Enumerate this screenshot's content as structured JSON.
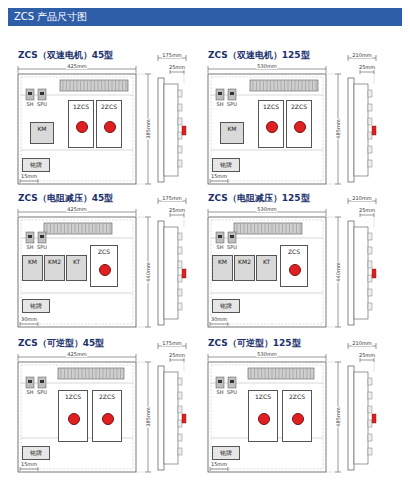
{
  "diagram": {
    "title": "ZCS 产品尺寸图",
    "nodes": [
      {
        "text": [
          "ZCS（双速电机）45型"
        ]
      },
      {
        "text": [
          "KM"
        ],
        "in": 0
      },
      {
        "text": [
          "1ZCS"
        ],
        "in": 0
      },
      {
        "text": [
          "2ZCS"
        ],
        "in": 0
      },
      {
        "text": [
          "铭牌"
        ],
        "in": 0
      },
      {
        "text": [
          "ZCS（双速电机）125型"
        ]
      },
      {
        "text": [
          "KM"
        ],
        "in": 5
      },
      {
        "text": [
          "1ZCS"
        ],
        "in": 5
      },
      {
        "text": [
          "2ZCS"
        ],
        "in": 5
      },
      {
        "text": [
          "铭牌"
        ],
        "in": 5
      },
      {
        "text": [
          "ZCS（电阻减压）45型"
        ]
      },
      {
        "text": [
          "KM"
        ],
        "in": 10
      },
      {
        "text": [
          "KM2"
        ],
        "in": 10
      },
      {
        "text": [
          "KT"
        ],
        "in": 10
      },
      {
        "text": [
          "ZCS"
        ],
        "in": 10
      },
      {
        "text": [
          "铭牌"
        ],
        "in": 10
      },
      {
        "text": [
          "ZCS（电阻减压）125型"
        ]
      },
      {
        "text": [
          "KM"
        ],
        "in": 16
      },
      {
        "text": [
          "KM2"
        ],
        "in": 16
      },
      {
        "text": [
          "KT"
        ],
        "in": 16
      },
      {
        "text": [
          "ZCS"
        ],
        "in": 16
      },
      {
        "text": [
          "铭牌"
        ],
        "in": 16
      },
      {
        "text": [
          "ZCS（可逆型）45型"
        ]
      },
      {
        "text": [
          "1ZCS"
        ],
        "in": 22
      },
      {
        "text": [
          "2ZCS"
        ],
        "in": 22
      },
      {
        "text": [
          "铭牌"
        ],
        "in": 22
      },
      {
        "text": [
          "ZCS（可逆型）125型"
        ]
      },
      {
        "text": [
          "1ZCS"
        ],
        "in": 26
      },
      {
        "text": [
          "2ZCS"
        ],
        "in": 26
      },
      {
        "text": [
          "铭牌"
        ],
        "in": 26
      }
    ],
    "labels": [
      "425mm",
      "175mm",
      "25mm",
      "385mm",
      "15mm",
      "SH",
      "SPU",
      "530mm",
      "210mm",
      "25mm",
      "485mm",
      "15mm",
      "SH",
      "SPU",
      "425mm",
      "175mm",
      "25mm",
      "440mm",
      "30mm",
      "SH",
      "SPU",
      "530mm",
      "210mm",
      "25mm",
      "440mm",
      "30mm",
      "SH",
      "SPU",
      "425mm",
      "175mm",
      "25mm",
      "385mm",
      "15mm",
      "SH",
      "SPU",
      "530mm",
      "210mm",
      "25mm",
      "485mm",
      "15mm",
      "SH",
      "SPU"
    ]
  }
}
